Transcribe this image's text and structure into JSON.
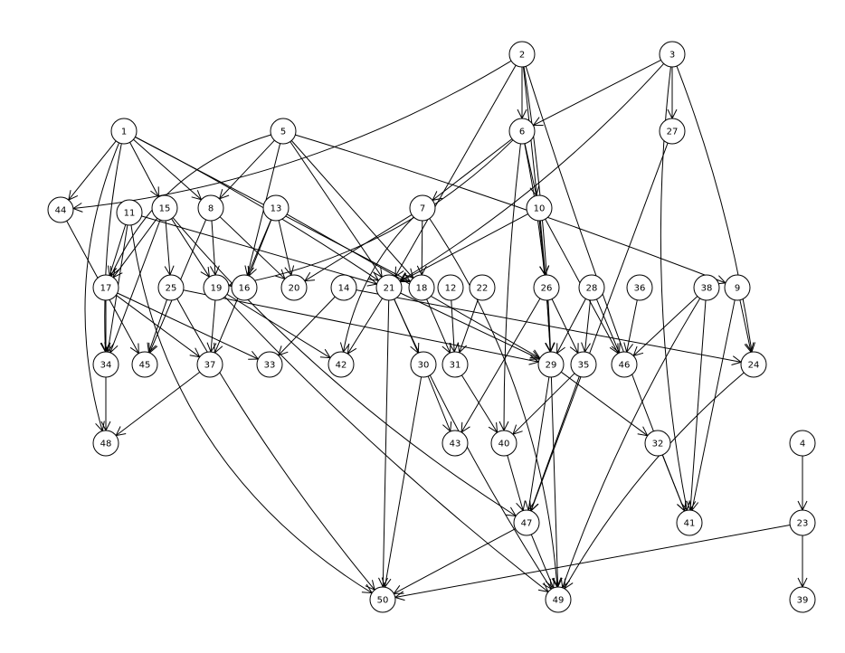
{
  "graph": {
    "nodes": [
      {
        "id": "1"
      },
      {
        "id": "2"
      },
      {
        "id": "3"
      },
      {
        "id": "4"
      },
      {
        "id": "5"
      },
      {
        "id": "6"
      },
      {
        "id": "7"
      },
      {
        "id": "8"
      },
      {
        "id": "9"
      },
      {
        "id": "10"
      },
      {
        "id": "11"
      },
      {
        "id": "12"
      },
      {
        "id": "13"
      },
      {
        "id": "14"
      },
      {
        "id": "15"
      },
      {
        "id": "16"
      },
      {
        "id": "17"
      },
      {
        "id": "18"
      },
      {
        "id": "19"
      },
      {
        "id": "20"
      },
      {
        "id": "21"
      },
      {
        "id": "22"
      },
      {
        "id": "23"
      },
      {
        "id": "24"
      },
      {
        "id": "25"
      },
      {
        "id": "26"
      },
      {
        "id": "27"
      },
      {
        "id": "28"
      },
      {
        "id": "29"
      },
      {
        "id": "30"
      },
      {
        "id": "31"
      },
      {
        "id": "32"
      },
      {
        "id": "33"
      },
      {
        "id": "34"
      },
      {
        "id": "35"
      },
      {
        "id": "36"
      },
      {
        "id": "37"
      },
      {
        "id": "38"
      },
      {
        "id": "39"
      },
      {
        "id": "40"
      },
      {
        "id": "41"
      },
      {
        "id": "42"
      },
      {
        "id": "43"
      },
      {
        "id": "44"
      },
      {
        "id": "45"
      },
      {
        "id": "46"
      },
      {
        "id": "47"
      },
      {
        "id": "48"
      },
      {
        "id": "49"
      },
      {
        "id": "50"
      }
    ],
    "edges": [
      [
        "2",
        "44"
      ],
      [
        "2",
        "6"
      ],
      [
        "2",
        "21"
      ],
      [
        "2",
        "29"
      ],
      [
        "2",
        "41"
      ],
      [
        "2",
        "26"
      ],
      [
        "3",
        "6"
      ],
      [
        "3",
        "27"
      ],
      [
        "3",
        "24"
      ],
      [
        "3",
        "41"
      ],
      [
        "3",
        "21"
      ],
      [
        "1",
        "44"
      ],
      [
        "1",
        "15"
      ],
      [
        "1",
        "8"
      ],
      [
        "1",
        "21"
      ],
      [
        "1",
        "34"
      ],
      [
        "1",
        "48"
      ],
      [
        "1",
        "18"
      ],
      [
        "5",
        "8"
      ],
      [
        "5",
        "16"
      ],
      [
        "5",
        "21"
      ],
      [
        "5",
        "18"
      ],
      [
        "5",
        "17"
      ],
      [
        "5",
        "9"
      ],
      [
        "6",
        "7"
      ],
      [
        "6",
        "10"
      ],
      [
        "6",
        "40"
      ],
      [
        "6",
        "29"
      ],
      [
        "6",
        "19"
      ],
      [
        "27",
        "47"
      ],
      [
        "44",
        "45"
      ],
      [
        "11",
        "17"
      ],
      [
        "11",
        "34"
      ],
      [
        "11",
        "21"
      ],
      [
        "11",
        "50"
      ],
      [
        "15",
        "17"
      ],
      [
        "15",
        "19"
      ],
      [
        "15",
        "25"
      ],
      [
        "15",
        "34"
      ],
      [
        "15",
        "47"
      ],
      [
        "8",
        "19"
      ],
      [
        "8",
        "20"
      ],
      [
        "8",
        "45"
      ],
      [
        "13",
        "16"
      ],
      [
        "13",
        "20"
      ],
      [
        "13",
        "37"
      ],
      [
        "13",
        "29"
      ],
      [
        "7",
        "18"
      ],
      [
        "7",
        "20"
      ],
      [
        "7",
        "42"
      ],
      [
        "7",
        "49"
      ],
      [
        "10",
        "21"
      ],
      [
        "10",
        "26"
      ],
      [
        "10",
        "46"
      ],
      [
        "17",
        "34"
      ],
      [
        "17",
        "33"
      ],
      [
        "17",
        "37"
      ],
      [
        "25",
        "45"
      ],
      [
        "25",
        "50"
      ],
      [
        "25",
        "29"
      ],
      [
        "19",
        "37"
      ],
      [
        "19",
        "42"
      ],
      [
        "19",
        "49"
      ],
      [
        "14",
        "33"
      ],
      [
        "14",
        "24"
      ],
      [
        "21",
        "30"
      ],
      [
        "21",
        "50"
      ],
      [
        "21",
        "49"
      ],
      [
        "21",
        "42"
      ],
      [
        "21",
        "29"
      ],
      [
        "18",
        "31"
      ],
      [
        "12",
        "31"
      ],
      [
        "22",
        "31"
      ],
      [
        "26",
        "29"
      ],
      [
        "26",
        "35"
      ],
      [
        "26",
        "43"
      ],
      [
        "28",
        "29"
      ],
      [
        "28",
        "35"
      ],
      [
        "28",
        "46"
      ],
      [
        "36",
        "46"
      ],
      [
        "38",
        "41"
      ],
      [
        "38",
        "49"
      ],
      [
        "38",
        "46"
      ],
      [
        "9",
        "24"
      ],
      [
        "9",
        "41"
      ],
      [
        "34",
        "48"
      ],
      [
        "37",
        "48"
      ],
      [
        "30",
        "43"
      ],
      [
        "30",
        "50"
      ],
      [
        "31",
        "40"
      ],
      [
        "29",
        "47"
      ],
      [
        "29",
        "49"
      ],
      [
        "29",
        "32"
      ],
      [
        "35",
        "40"
      ],
      [
        "35",
        "47"
      ],
      [
        "24",
        "49"
      ],
      [
        "40",
        "47"
      ],
      [
        "32",
        "41"
      ],
      [
        "4",
        "23"
      ],
      [
        "23",
        "39"
      ],
      [
        "23",
        "50"
      ],
      [
        "47",
        "49"
      ],
      [
        "47",
        "50"
      ]
    ]
  }
}
